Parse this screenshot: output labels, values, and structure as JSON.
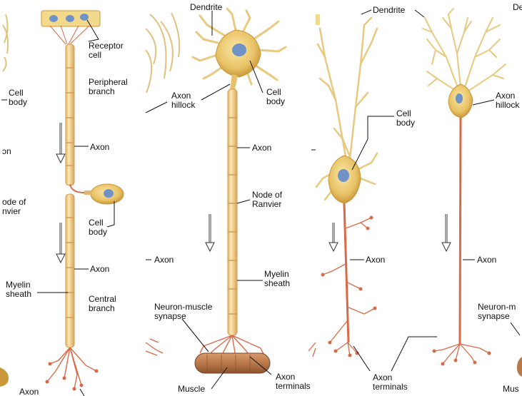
{
  "colors": {
    "soma": "#e9c66a",
    "soma_dark": "#c9973a",
    "myelin": "#f6dd9a",
    "myelin_edge": "#cf9d55",
    "axon_red": "#d96a48",
    "nucleus": "#6f93c6",
    "muscle": "#b8784a",
    "panel_bg": "#ffffff",
    "overlap_bg": "#f2f2f2"
  },
  "panels": {
    "sensory": {
      "receptor": "Receptor\ncell",
      "peripheral": "Peripheral\nbranch",
      "axon1": "Axon",
      "cell_body": "Cell\nbody",
      "axon2": "Axon",
      "myelin": "Myelin\nsheath",
      "central": "Central\nbranch",
      "cut_cell_body": "Cell\nbody",
      "cut_axon1": "ɔn",
      "cut_node": "ode of\nnvier",
      "cut_axon_bottom": "Axon"
    },
    "motor": {
      "dendrite": "Dendrite",
      "hillock": "Axon\nhillock",
      "cell_body": "Cell\nbody",
      "axon": "Axon",
      "node": "Node of\nRanvier",
      "myelin": "Myelin\nsheath",
      "synapse": "Neuron-muscle\nsynapse",
      "muscle": "Muscle",
      "terminals": "Axon\nterminals",
      "cut_axon": "Axon"
    },
    "interneuron": {
      "dendrite": "Dendrite",
      "cell_body": "Cell\nbody",
      "axon": "Axon",
      "terminals": "Axon\nterminals"
    },
    "pyramidal": {
      "hillock": "Axon\nhillock",
      "axon": "Axon",
      "cut_dendrite": "De",
      "cut_synapse": "Neuron-m\nsynapse",
      "cut_muscle": "Mus"
    }
  }
}
